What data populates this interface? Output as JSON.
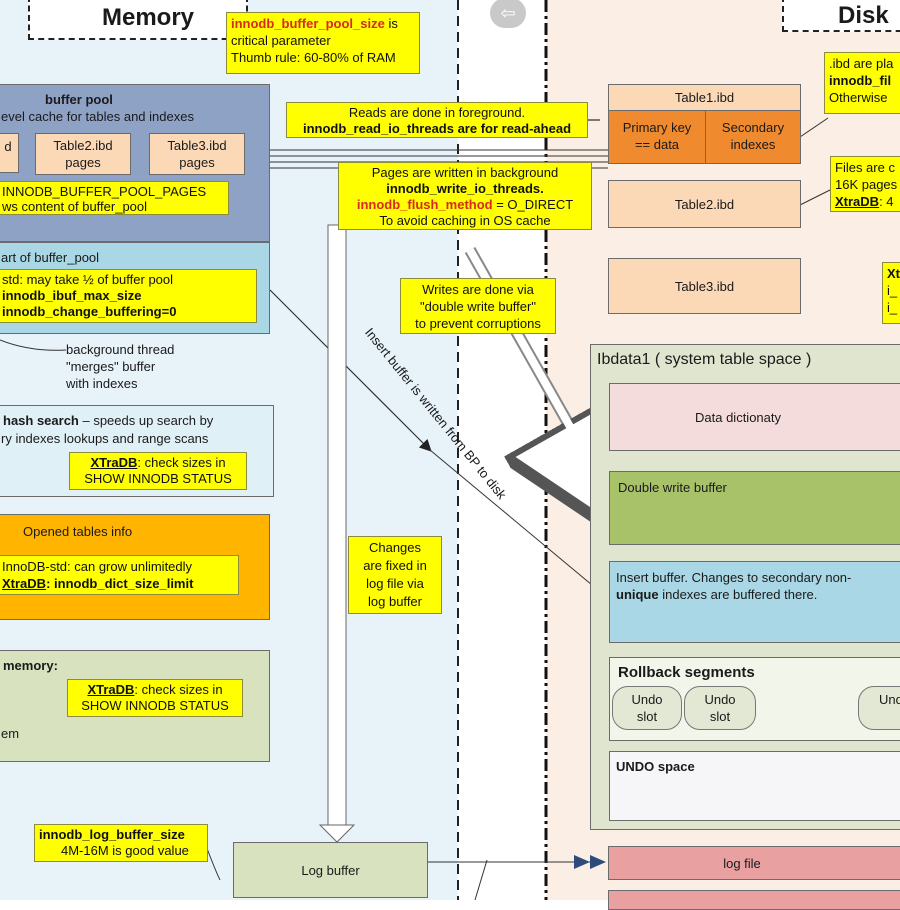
{
  "titles": {
    "memory": "Memory",
    "disk": "Disk"
  },
  "notes": {
    "pool_size": {
      "param": "innodb_buffer_pool_size",
      "suffix": " is",
      "line2": "critical parameter",
      "line3": "Thumb rule: 60-80% of RAM"
    },
    "reads": {
      "line1": "Reads are done in foreground.",
      "line2": "innodb_read_io_threads are for read-ahead"
    },
    "writes": {
      "line1": "Pages are written in background",
      "line2": "innodb_write_io_threads.",
      "param": "innodb_flush_method",
      "suffix": " = O_DIRECT",
      "line4": "To avoid caching in OS cache"
    },
    "dwb": {
      "line1": "Writes are done via",
      "line2": "\"double write buffer\"",
      "line3": "to prevent corruptions"
    },
    "changes": {
      "line1": "Changes",
      "line2": "are fixed in",
      "line3": "log file via",
      "line4": "log buffer"
    },
    "log_size": {
      "line1": "innodb_log_buffer_size",
      "line2": "4M-16M is good value"
    },
    "ibd": {
      "line1": ".ibd are pla",
      "line2": "innodb_fil",
      "line3": "Otherwise"
    },
    "files": {
      "line1": "Files are c",
      "line2": "16K pages",
      "xtradb": "XtraDB",
      "suffix": ": 4"
    },
    "x_right": {
      "line1": "Xt",
      "line2": "i_",
      "line3": "i_"
    }
  },
  "buffer_pool": {
    "title": "buffer pool",
    "subtitle": "evel cache for tables and indexes",
    "page_left": "d",
    "page2": {
      "line1": "Table2.ibd",
      "line2": "pages"
    },
    "page3": {
      "line1": "Table3.ibd",
      "line2": "pages"
    },
    "note_line1": "INNODB_BUFFER_POOL_PAGES",
    "note_line2": "ws content of buffer_pool"
  },
  "insert_buffer": {
    "title": "art of buffer_pool",
    "line1": "std: may take ½ of buffer pool",
    "line2": "innodb_ibuf_max_size",
    "line3": "innodb_change_buffering=0"
  },
  "bg_thread": {
    "line1": "background thread",
    "line2": "\"merges\" buffer",
    "line3": "with indexes"
  },
  "hash": {
    "lead": "hash search",
    "rest": " – speeds up search by",
    "line2": "ry indexes lookups and range scans",
    "xtradb": "XTraDB",
    "note_suffix": ": check sizes in",
    "note_line2": "SHOW INNODB STATUS"
  },
  "dict": {
    "title": "Opened tables info",
    "line1": "InnoDB-std: can grow unlimitedly",
    "xtradb": "XtraDB",
    "suffix": ": innodb_dict_size_limit"
  },
  "other_mem": {
    "title": "memory:",
    "xtradb": "XTraDB",
    "suffix": ": check sizes in",
    "line2": "SHOW INNODB STATUS",
    "tail": "em"
  },
  "log_buffer": "Log buffer",
  "insert_label": "Insert buffer is written from BP to disk",
  "disk": {
    "table1": {
      "name": "Table1.ibd",
      "pk1": "Primary key",
      "pk2": "== data",
      "sec1": "Secondary",
      "sec2": "indexes"
    },
    "table2": "Table2.ibd",
    "table3": "Table3.ibd",
    "ibdata": {
      "title": "Ibdata1 ( system table space )",
      "dict": "Data dictionaty",
      "dwb": "Double write buffer",
      "ib_line1": "Insert buffer. Changes to secondary non-",
      "ib_bold": "unique",
      "ib_rest": " indexes are buffered there.",
      "rollback": "Rollback segments",
      "undo1": {
        "a": "Undo",
        "b": "slot"
      },
      "undo2": {
        "a": "Undo",
        "b": "slot"
      },
      "undo3": "Und",
      "undo_space": "UNDO space"
    },
    "log_file": "log file"
  },
  "colors": {
    "memory_bg": "#e7f2f9",
    "disk_bg": "#fbeee4",
    "note": "#ffff00",
    "buffer_pool": "#8ea2c6",
    "insert": "#a9d7e6",
    "dict": "#ffb400",
    "other": "#d8e2bf",
    "table1": "#ef8a2e"
  }
}
